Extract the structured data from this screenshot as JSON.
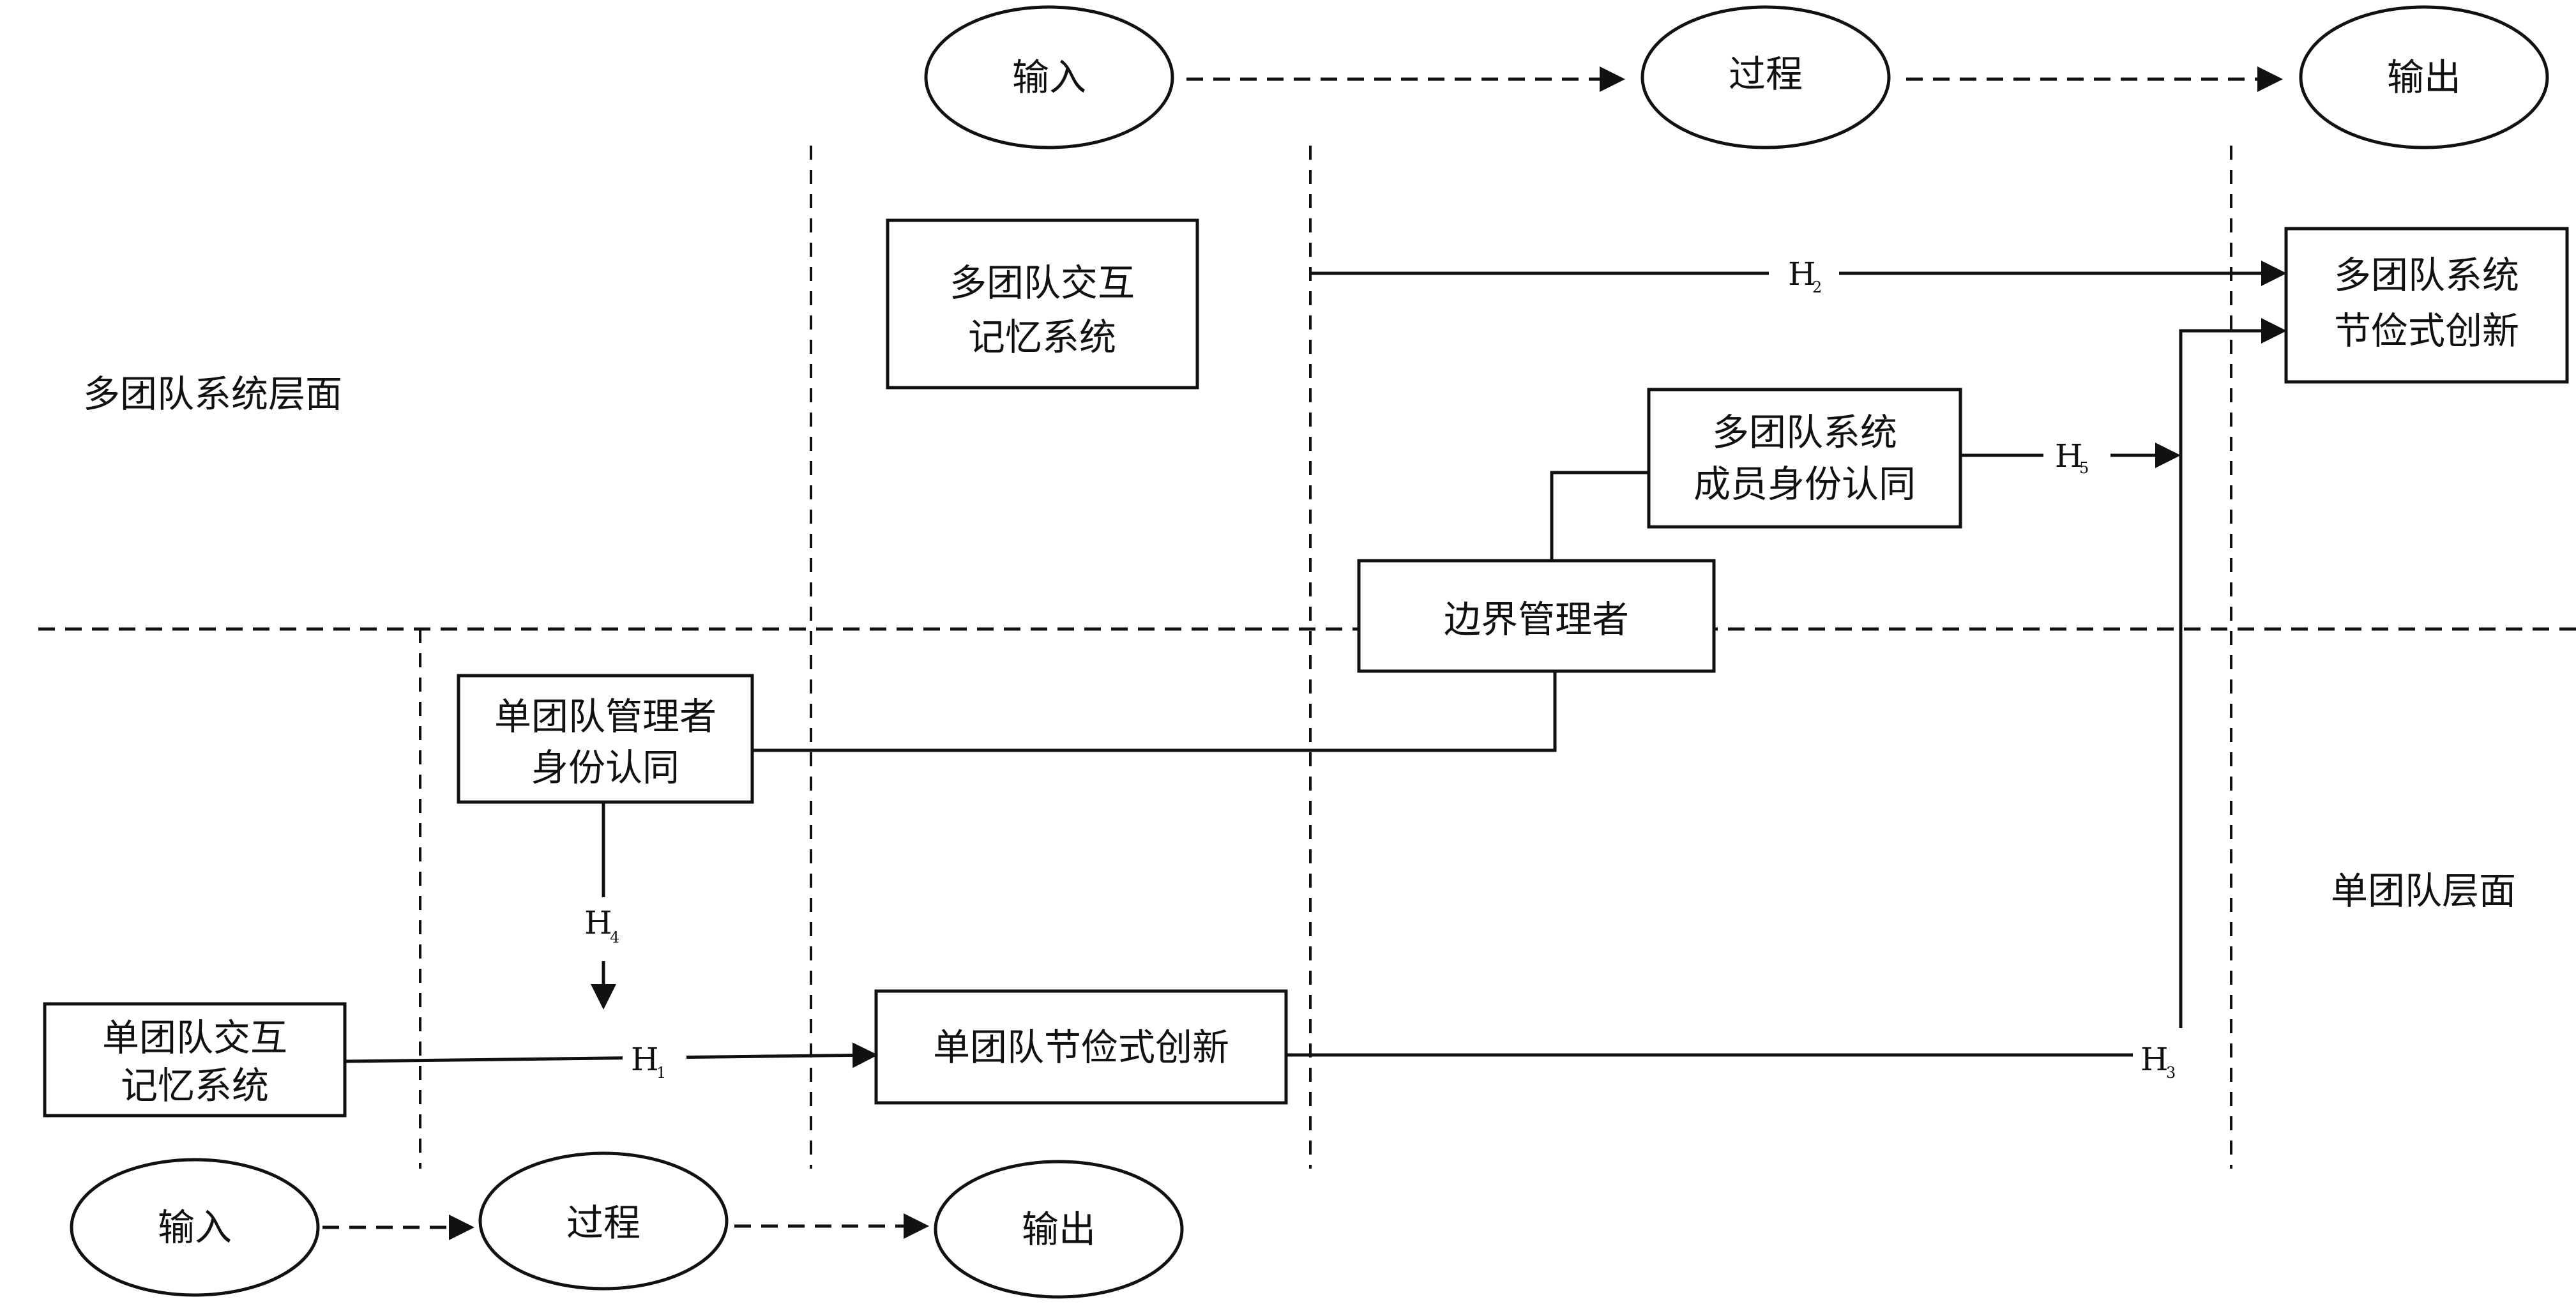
{
  "levels": {
    "team_system_level": "多团队系统层面",
    "single_team_level": "单团队层面"
  },
  "top_flow": {
    "input": "输入",
    "process": "过程",
    "output": "输出"
  },
  "bottom_flow": {
    "input": "输入",
    "process": "过程",
    "output": "输出"
  },
  "boxes": {
    "mts_tms": [
      "多团队交互",
      "记忆系统"
    ],
    "mts_innovation": [
      "多团队系统",
      "节俭式创新"
    ],
    "mts_identity": [
      "多团队系统",
      "成员身份认同"
    ],
    "boundary_manager": "边界管理者",
    "leader_identity": [
      "单团队管理者",
      "身份认同"
    ],
    "team_tms": [
      "单团队交互",
      "记忆系统"
    ],
    "team_innovation": "单团队节俭式创新"
  },
  "hypotheses": {
    "h1": {
      "letter": "H",
      "sub": "1"
    },
    "h2": {
      "letter": "H",
      "sub": "2"
    },
    "h3": {
      "letter": "H",
      "sub": "3"
    },
    "h4": {
      "letter": "H",
      "sub": "4"
    },
    "h5": {
      "letter": "H",
      "sub": "5"
    }
  }
}
